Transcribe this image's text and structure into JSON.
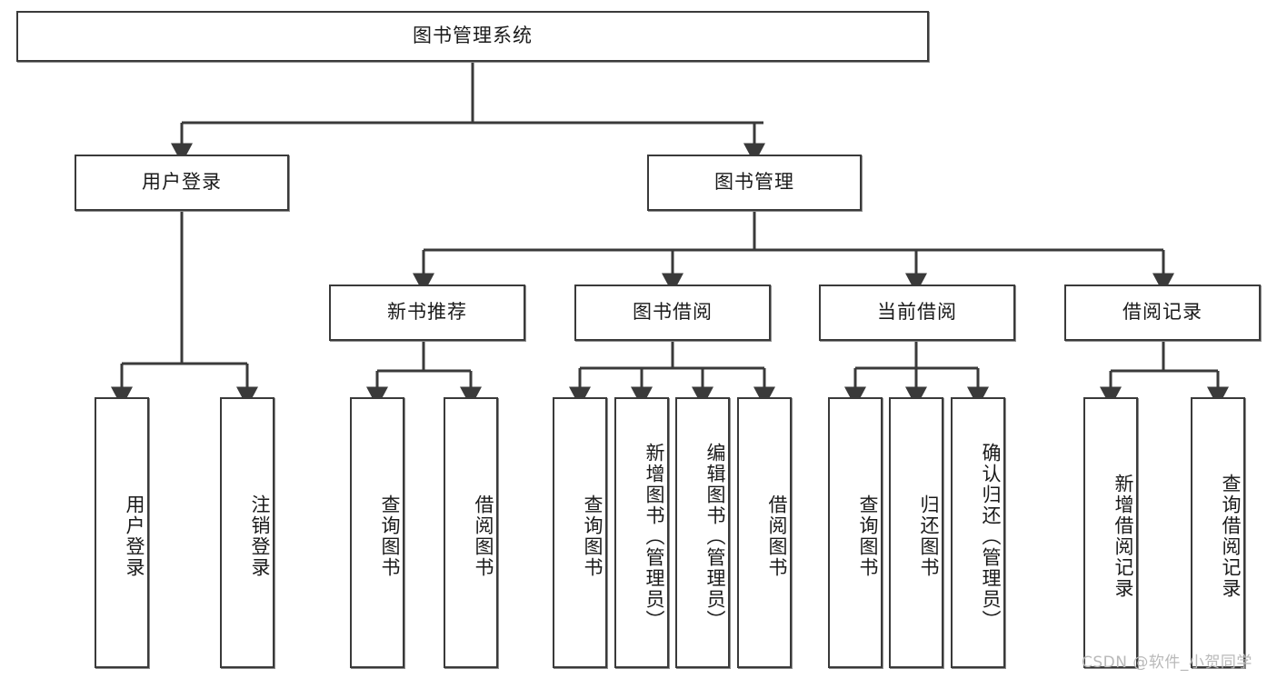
{
  "diagram": {
    "title": "图书管理系统",
    "type": "tree-hierarchy",
    "watermark": "CSDN @软件_小贺同学",
    "colors": {
      "background": "#ffffff",
      "node_border": "#3a3a3a",
      "node_fill": "#ffffff",
      "edge": "#3a3a3a",
      "text": "#1a1a1a",
      "watermark": "#b9b9b9"
    },
    "levels": {
      "root": {
        "label": "图书管理系统"
      },
      "level2": [
        {
          "label": "用户登录"
        },
        {
          "label": "图书管理"
        }
      ],
      "level3": [
        {
          "label": "新书推荐"
        },
        {
          "label": "图书借阅"
        },
        {
          "label": "当前借阅"
        },
        {
          "label": "借阅记录"
        }
      ],
      "leaves": [
        {
          "label": "用户登录",
          "parent": "用户登录"
        },
        {
          "label": "注销登录",
          "parent": "用户登录"
        },
        {
          "label": "查询图书",
          "parent": "新书推荐"
        },
        {
          "label": "借阅图书",
          "parent": "新书推荐"
        },
        {
          "label": "查询图书",
          "parent": "图书借阅"
        },
        {
          "label": "新增图书（管理员）",
          "parent": "图书借阅"
        },
        {
          "label": "编辑图书（管理员）",
          "parent": "图书借阅"
        },
        {
          "label": "借阅图书",
          "parent": "图书借阅"
        },
        {
          "label": "查询图书",
          "parent": "当前借阅"
        },
        {
          "label": "归还图书",
          "parent": "当前借阅"
        },
        {
          "label": "确认归还（管理员）",
          "parent": "当前借阅"
        },
        {
          "label": "新增借阅记录",
          "parent": "借阅记录"
        },
        {
          "label": "查询借阅记录",
          "parent": "借阅记录"
        }
      ]
    }
  }
}
